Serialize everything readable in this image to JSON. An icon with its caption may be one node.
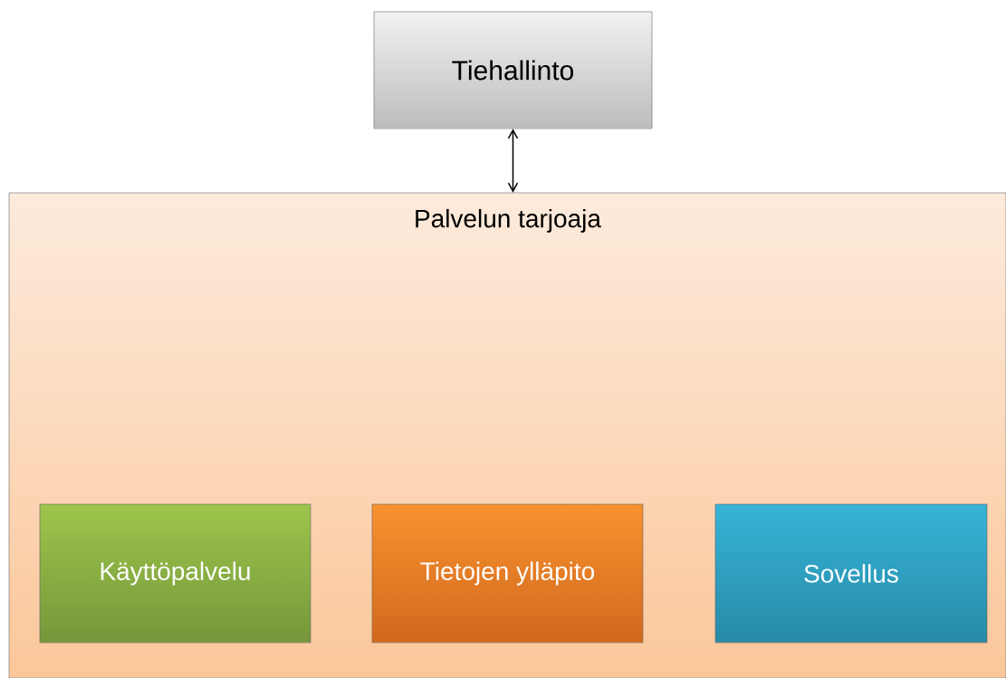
{
  "diagram": {
    "nodes": [
      {
        "text": [
          "Tiehallinto"
        ]
      },
      {
        "text": [
          "Palvelun tarjoaja"
        ]
      },
      {
        "text": [
          "Käyttöpalvelu"
        ],
        "in": 1
      },
      {
        "text": [
          "Tietojen ylläpito"
        ],
        "in": 1
      },
      {
        "text": [
          "Sovellus"
        ],
        "in": 1
      }
    ],
    "edges": [
      {
        "from": 0,
        "to": 1,
        "arrow": "both"
      }
    ]
  }
}
